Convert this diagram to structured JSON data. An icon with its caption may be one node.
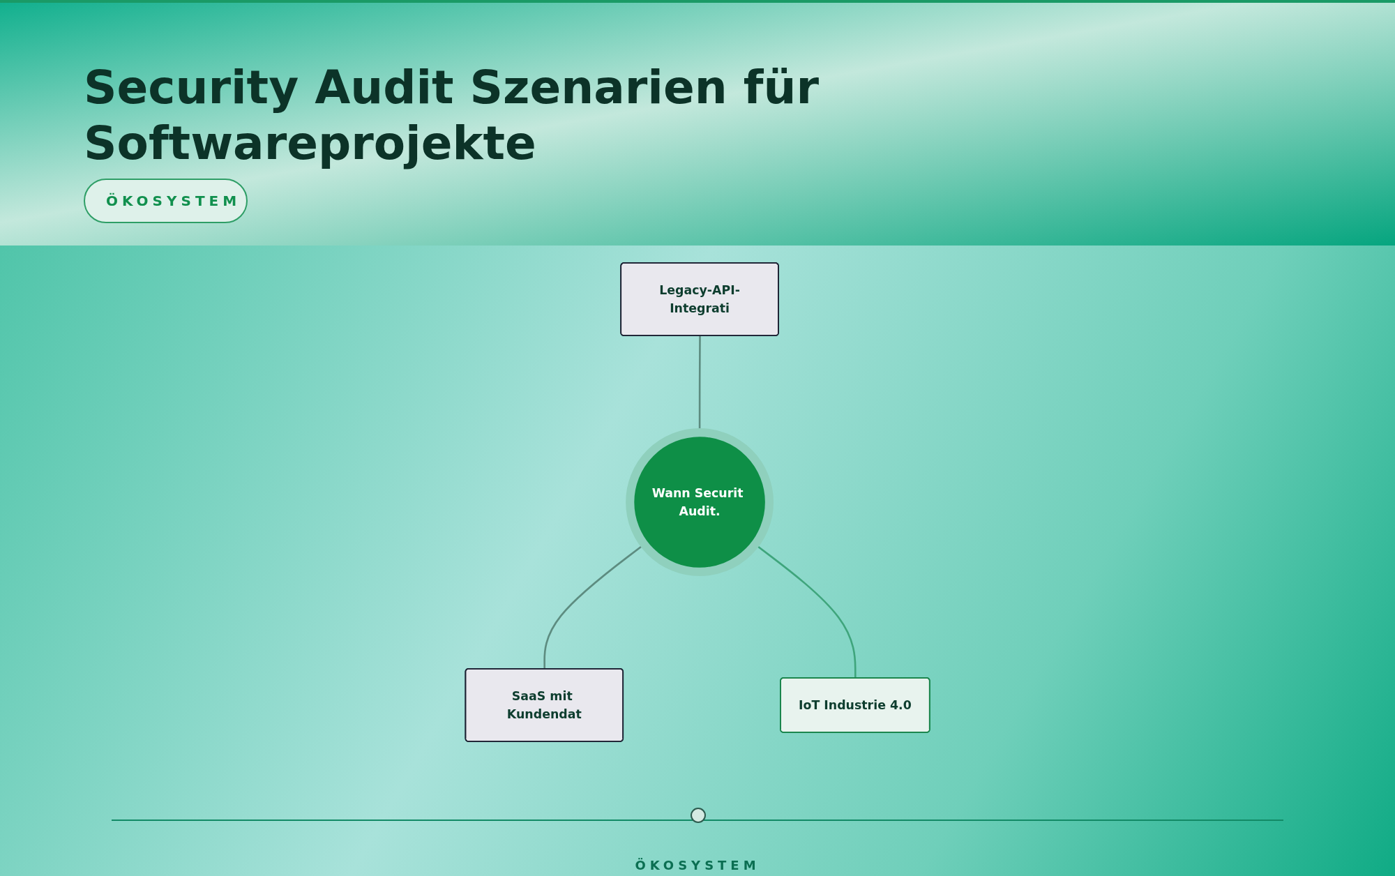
{
  "diagram": {
    "title": "Security Audit Szenarien für Softwareprojekte",
    "nodes": [
      {
        "text": [
          "Legacy-API-Integrati"
        ]
      },
      {
        "text": [
          "Wann Securit Audit."
        ]
      },
      {
        "text": [
          "SaaS mit Kundendat"
        ]
      },
      {
        "text": [
          "IoT Industrie 4.0"
        ]
      }
    ],
    "edges": [
      {
        "from": 0,
        "to": 1,
        "arrow": "none"
      },
      {
        "from": 1,
        "to": 2,
        "arrow": "none"
      },
      {
        "from": 1,
        "to": 3,
        "arrow": "none",
        "color": "#3fa57c"
      }
    ],
    "labels": [
      "ÖKOSYSTEM",
      "ÖKOSYSTEM"
    ]
  }
}
